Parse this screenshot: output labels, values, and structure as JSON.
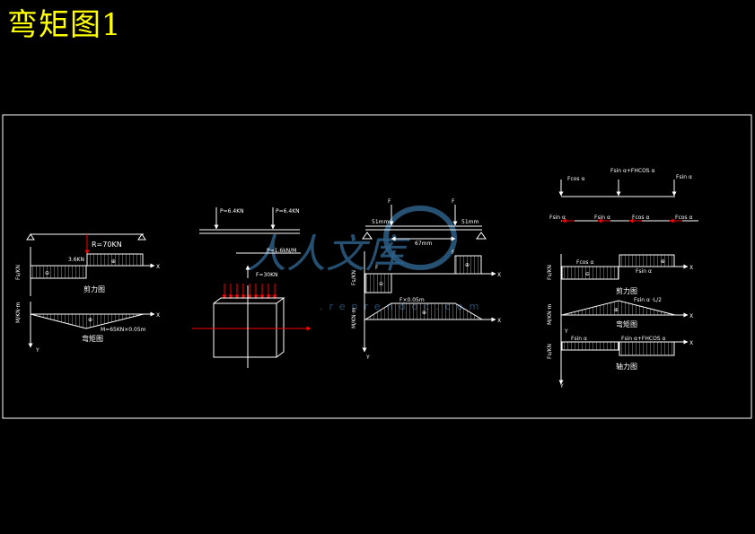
{
  "title": "弯矩图1",
  "colors": {
    "background": "#000000",
    "title": "#ffff00",
    "line": "#ffffff",
    "load_arrow": "#ff0000",
    "watermark": "#2d5f86"
  },
  "watermark": {
    "main": "人人文库",
    "sub": ".renrendoc.com"
  },
  "diagram1": {
    "reaction": "R=70KN",
    "shear_value": "3.6KN",
    "shear_axis": "Fs/KN",
    "shear_caption": "剪力图",
    "moment_axis": "M/KN·m",
    "moment_value": "M=65KN×0.05m",
    "moment_caption": "弯矩图",
    "x": "X",
    "y": "Y",
    "mark_plus": "⊕",
    "mark_minus": "⊖"
  },
  "diagram2": {
    "load1": "P=6.4KN",
    "load2": "P=6.4KN",
    "dist_load": "P=1.6kN/M",
    "force": "F=30KN"
  },
  "diagram3": {
    "f_left": "F",
    "f_right": "F",
    "dim_left": "51mm",
    "dim_mid": "67mm",
    "dim_right": "51mm",
    "shear_axis": "Fs/KN",
    "shear_f_left": "F",
    "shear_f_right": "F",
    "moment_axis": "M/KN·m",
    "moment_value": "F×0.05m",
    "x": "X",
    "y": "Y",
    "mark_plus": "⊕",
    "mark_minus": "⊖"
  },
  "diagram4": {
    "top_left": "Fcos α",
    "top_mid": "Fsin α+FHCOS α",
    "top_right": "Fsin α",
    "row2_a": "Fsin α",
    "row2_b": "Fsin α",
    "row2_c": "Fcos α",
    "row2_d": "Fcos α",
    "shear_axis": "Fs/KN",
    "shear_top": "Fcos α",
    "shear_bottom": "Fsin α",
    "shear_caption": "剪力图",
    "moment_axis": "M/KN·m",
    "moment_value": "Fsin α ·L/2",
    "moment_caption": "弯矩图",
    "axial_axis": "Fs/KN",
    "axial_left": "Fsin α",
    "axial_right": "Fsin α+FHCOS α",
    "axial_caption": "轴力图",
    "x": "X",
    "y": "Y",
    "mark_plus": "⊕",
    "mark_minus": "⊖"
  }
}
